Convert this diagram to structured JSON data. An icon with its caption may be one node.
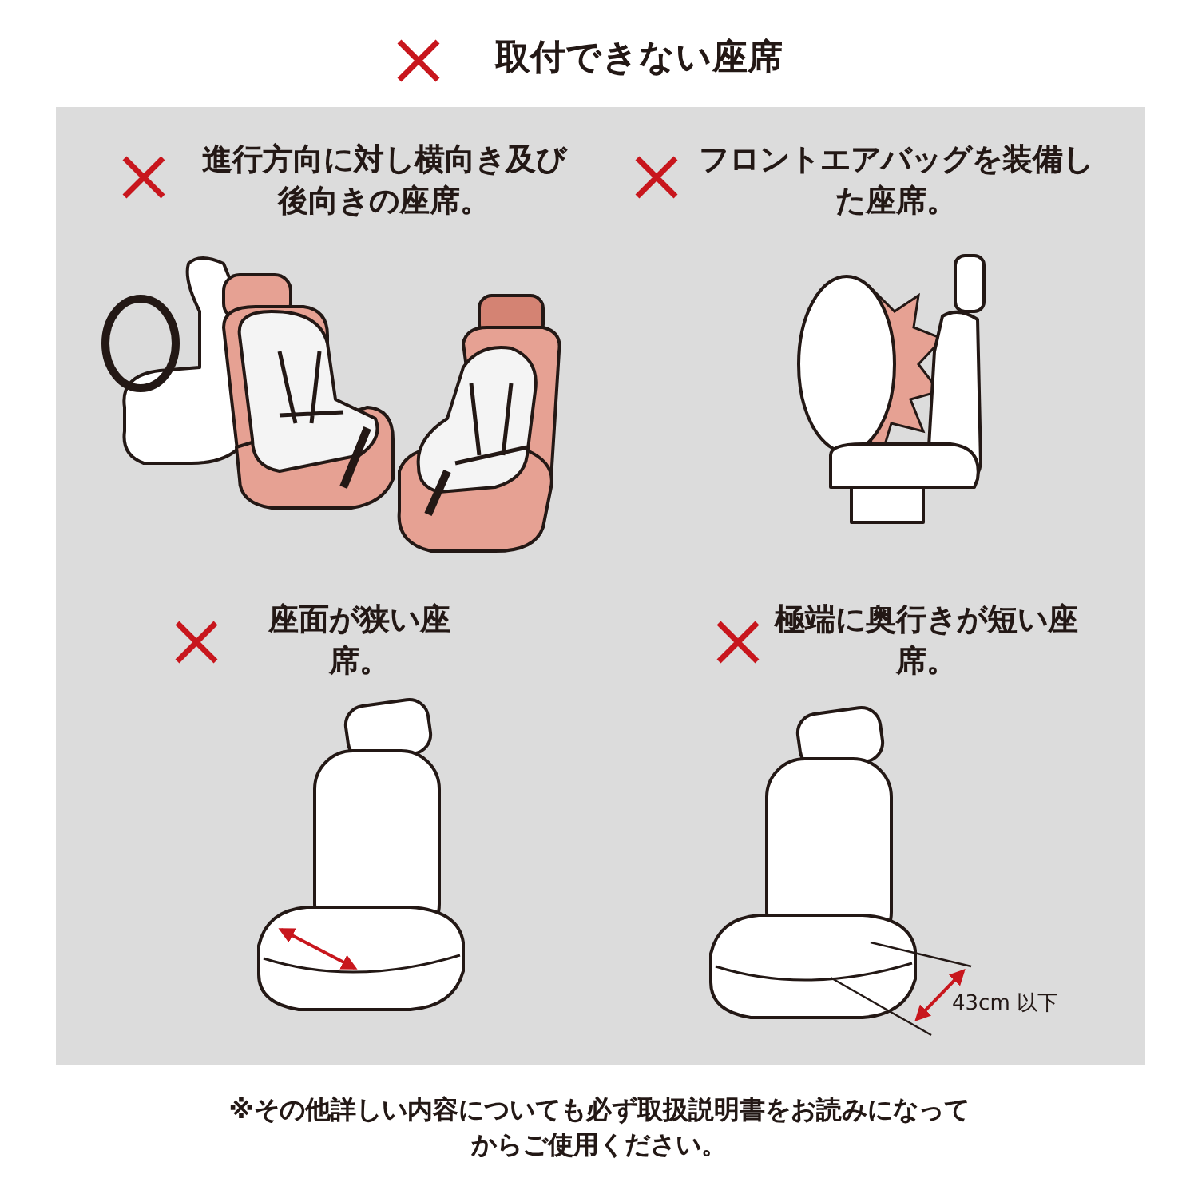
{
  "diagram": {
    "title": "取付できない座席",
    "labels": [
      "進行方向に対し横向き及び後向きの座席。",
      "フロントエアバッグを装備した座席。",
      "座面が狭い座席。",
      "極端に奥行きが短い座席。",
      "43cm 以下"
    ],
    "caption": "※その他詳しい内容についても必ず取扱説明書をお読みになってからご使用ください。"
  }
}
